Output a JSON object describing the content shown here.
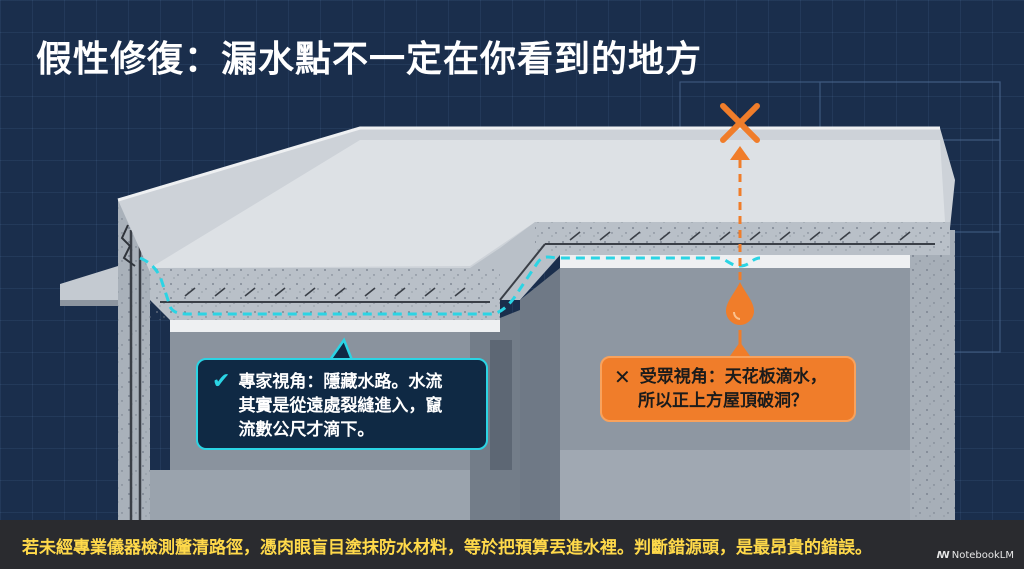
{
  "title": "假性修復：漏水點不一定在你看到的地方",
  "expert_callout": {
    "icon": "check-icon",
    "line1": "專家視角：隱藏水路。水流",
    "line2": "其實是從遠處裂縫進入，竄",
    "line3": "流數公尺才滴下。"
  },
  "public_callout": {
    "icon": "x-icon",
    "line1": "受眾視角：天花板滴水，",
    "line2": "所以正上方屋頂破洞？"
  },
  "footer": {
    "text": "若未經專業儀器檢測釐清路徑，憑肉眼盲目塗抹防水材料，等於把預算丟進水裡。判斷錯源頭，是最昂貴的錯誤。",
    "brand": "NotebookLM"
  },
  "colors": {
    "background": "#1a2e4c",
    "water_path": "#2bd4e4",
    "wrong_guess": "#f07d2a",
    "footer_text": "#ffd94a"
  }
}
